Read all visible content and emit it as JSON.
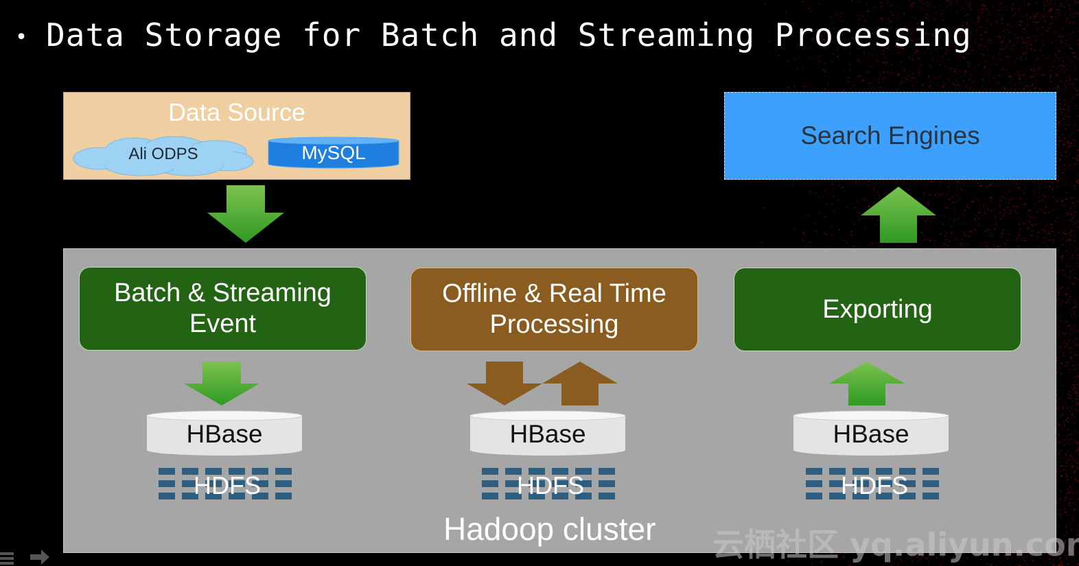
{
  "title": "Data Storage for Batch and Streaming Processing",
  "bullet": "•",
  "data_source": {
    "label": "Data Source",
    "items": [
      {
        "label": "Ali ODPS",
        "shape": "cloud"
      },
      {
        "label": "MySQL",
        "shape": "cylinder"
      }
    ]
  },
  "search_engines": {
    "label": "Search Engines"
  },
  "cluster": {
    "label": "Hadoop cluster",
    "columns": [
      {
        "process": "Batch & Streaming\nEvent",
        "storage": "HBase",
        "fs": "HDFS",
        "arrows": [
          "down"
        ]
      },
      {
        "process": "Offline & Real Time\nProcessing",
        "storage": "HBase",
        "fs": "HDFS",
        "arrows": [
          "down",
          "up"
        ]
      },
      {
        "process": "Exporting",
        "storage": "HBase",
        "fs": "HDFS",
        "arrows": [
          "up"
        ]
      }
    ]
  },
  "watermark": "云栖社区 yq.aliyun.com",
  "colors": {
    "background": "#000000",
    "data_source_fill": "#efcfa2",
    "search_engines_fill": "#3ea0fd",
    "cluster_fill": "#a6a6a6",
    "process_green": "#236414",
    "process_brown": "#8a5c1f",
    "arrow_green": "#4fb23a",
    "arrow_brown": "#8a5c1f",
    "hdfs_block": "#2d5e80",
    "texture_red": "#b01020"
  }
}
